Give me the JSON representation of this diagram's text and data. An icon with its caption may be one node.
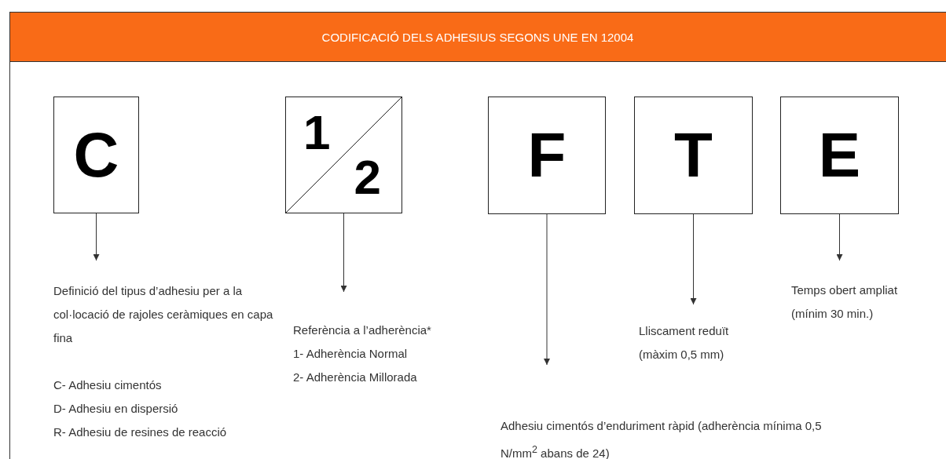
{
  "diagram": {
    "nodes": [
      {
        "text": [
          "CODIFICACIÓ DELS ADHESIUS SEGONS UNE EN 12004"
        ]
      },
      {
        "text": [
          "C"
        ]
      },
      {
        "text": [
          "1",
          "2"
        ]
      },
      {
        "text": [
          "F"
        ]
      },
      {
        "text": [
          "T"
        ]
      },
      {
        "text": [
          "E"
        ]
      },
      {
        "text": [
          "Definició del tipus d’adhesiu per a la col·locació de rajoles ceràmiques en capa fina",
          "C- Adhesiu cimentós",
          "D- Adhesiu en dispersió",
          "R- Adhesiu de resines de reacció"
        ]
      },
      {
        "text": [
          "Referència a l’adherència*",
          "1- Adherència Normal",
          "2- Adherència Millorada"
        ]
      },
      {
        "text": [
          "Adhesiu cimentós d’enduriment ràpid (adherència mínima 0,5 N/mm$^{2}$ abans de 24)"
        ]
      },
      {
        "text": [
          "Lliscament reduït (màxim 0,5 mm)"
        ]
      },
      {
        "text": [
          "Temps obert ampliat (mínim 30 min.)"
        ]
      }
    ],
    "edges": [
      {
        "from": 1,
        "to": 6,
        "arrow": "to"
      },
      {
        "from": 2,
        "to": 7,
        "arrow": "to"
      },
      {
        "from": 3,
        "to": 8,
        "arrow": "to"
      },
      {
        "from": 4,
        "to": 9,
        "arrow": "to"
      },
      {
        "from": 5,
        "to": 10,
        "arrow": "to"
      }
    ]
  }
}
